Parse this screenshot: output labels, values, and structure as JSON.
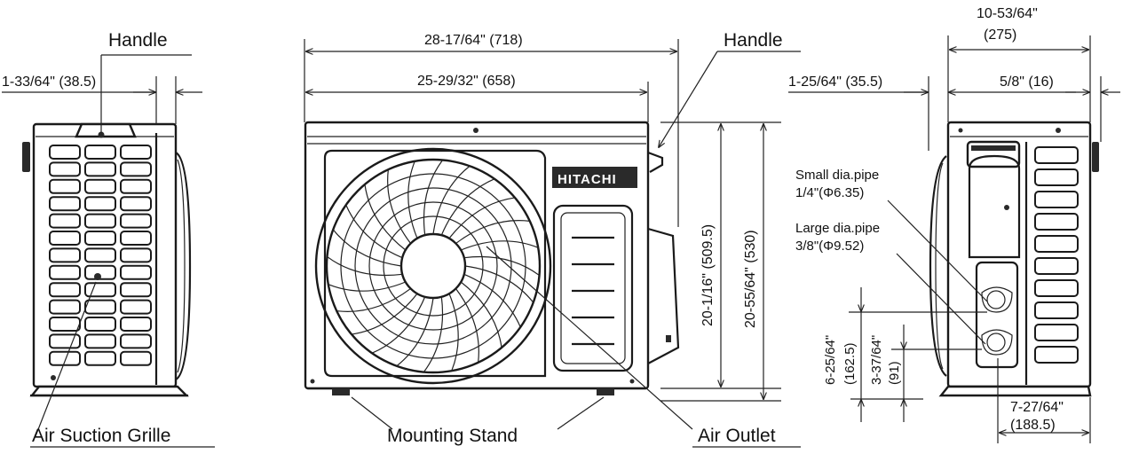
{
  "labels": {
    "handle_left": "Handle",
    "handle_center": "Handle",
    "air_suction_grille": "Air Suction Grille",
    "mounting_stand": "Mounting Stand",
    "air_outlet": "Air Outlet",
    "brand": "HITACHI",
    "small_pipe_name": "Small dia.pipe",
    "small_pipe_size": "1/4\"(Φ6.35)",
    "large_pipe_name": "Large dia.pipe",
    "large_pipe_size": "3/8\"(Φ9.52)"
  },
  "dimensions": {
    "left_depth": "1-33/64\" (38.5)",
    "overall_width": "28-17/64\" (718)",
    "body_width": "25-29/32\" (658)",
    "body_height": "20-1/16\" (509.5)",
    "overall_height": "20-55/64\" (530)",
    "right_depth_in": "10-53/64\"",
    "right_depth_mm": "(275)",
    "right_left_offset": "1-25/64\" (35.5)",
    "right_right_offset": "5/8\" (16)",
    "pipe_height_large_in": "6-25/64\"",
    "pipe_height_large_mm": "(162.5)",
    "pipe_height_small_in": "3-37/64\"",
    "pipe_height_small_mm": "(91)",
    "pipe_spacing_in": "7-27/64\"",
    "pipe_spacing_mm": "(188.5)"
  }
}
